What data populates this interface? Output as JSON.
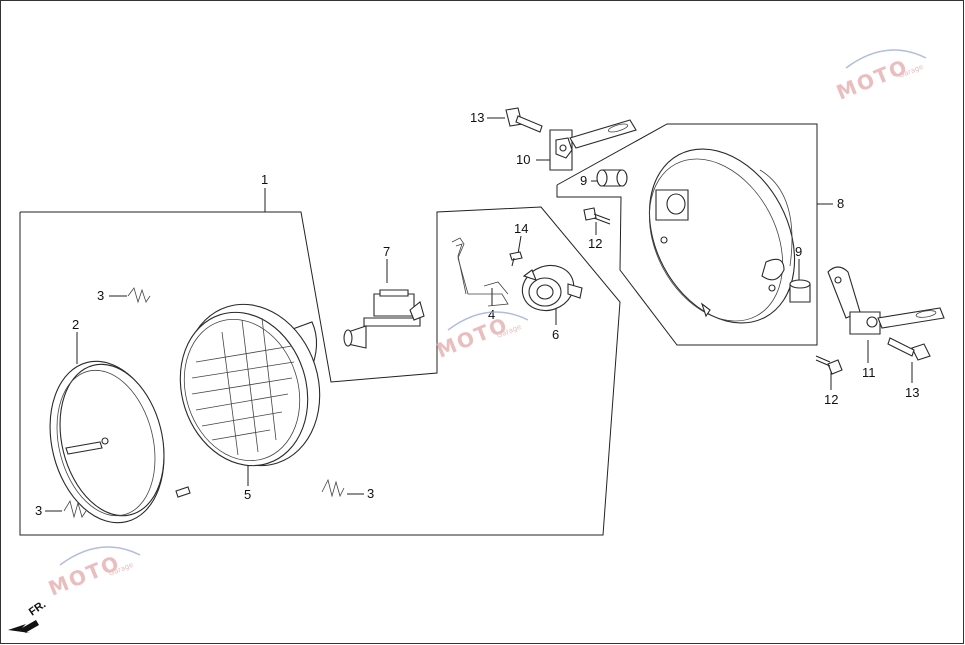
{
  "diagram": {
    "callouts": [
      "1",
      "2",
      "3",
      "3",
      "3",
      "4",
      "5",
      "6",
      "7",
      "8",
      "9",
      "9",
      "10",
      "11",
      "12",
      "12",
      "13",
      "13",
      "14"
    ],
    "direction_label": "FR."
  },
  "watermark": {
    "text": "MOTO",
    "sub": "Garage",
    "color": "#e4a9a9"
  },
  "colors": {
    "line": "#222222",
    "background": "#ffffff"
  }
}
